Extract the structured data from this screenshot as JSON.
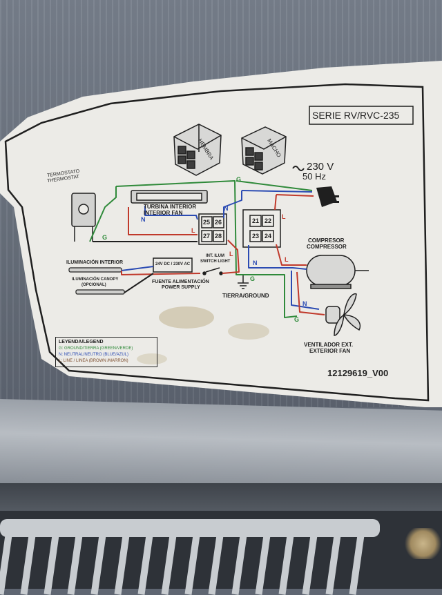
{
  "sticker": {
    "series": "SERIE RV/RVC-235",
    "connector_female": "HEMBRA",
    "connector_male": "MACHO",
    "voltage": "230 V",
    "frequency": "50 Hz",
    "thermostat_es": "TERMOSTATO",
    "thermostat_en": "THERMOSTAT",
    "interior_fan_es": "TURBINA INTERIOR",
    "interior_fan_en": "INTERIOR FAN",
    "terminals": [
      "25",
      "26",
      "27",
      "28",
      "21",
      "22",
      "23",
      "24"
    ],
    "compressor_es": "COMPRESOR",
    "compressor_en": "COMPRESSOR",
    "interior_light": "ILUMINACIÓN INTERIOR",
    "canopy_light": "ILUMINACIÓN CANOPY",
    "canopy_optional": "(OPCIONAL)",
    "psu_box": "24V DC / 230V AC",
    "psu_es": "FUENTE ALIMENTACIÓN",
    "psu_en": "POWER SUPPLY",
    "switch_es": "INT. ILUM",
    "switch_en": "SWITCH LIGHT",
    "ground": "TIERRA/GROUND",
    "fan_ext_es": "VENTILADOR EXT.",
    "fan_ext_en": "EXTERIOR FAN",
    "legend_title": "LEYENDA/LEGEND",
    "legend": [
      "G: GROUND/TIERRA (GREEN/VERDE)",
      "N: NEUTRAL/NEUTRO (BLUE/AZUL)",
      "L: LINE / LINEA (BROWN /MARRON)"
    ],
    "wire_labels": {
      "ground": "G",
      "neutral": "N",
      "line": "L"
    },
    "part_number": "12129619_V00"
  },
  "colors": {
    "paper": "#ecebe7",
    "ground_wire": "#2f8a3a",
    "neutral_wire": "#2b4bb3",
    "line_wire": "#c0392b",
    "ink": "#1f1f1f"
  }
}
